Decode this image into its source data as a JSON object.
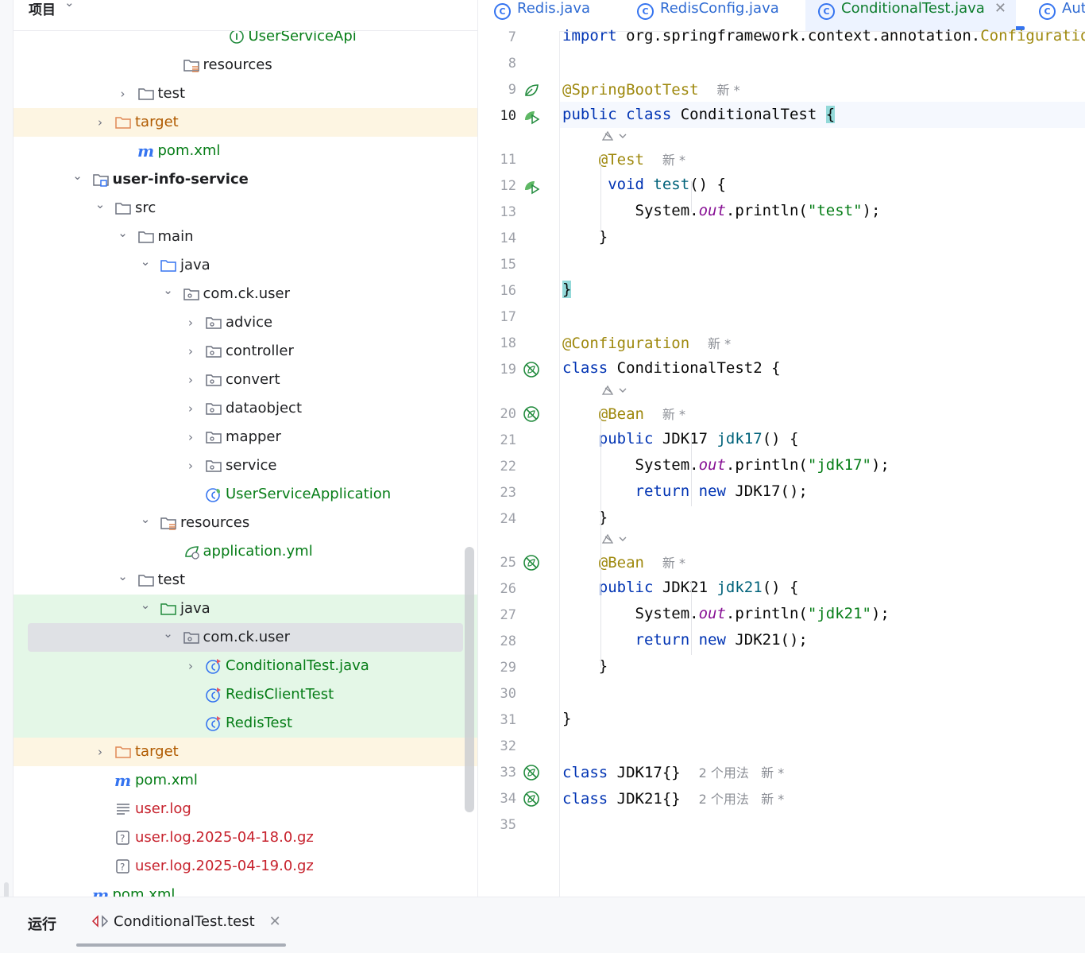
{
  "project_panel": {
    "title": "项目",
    "tree": [
      {
        "label": "UserServiceApi",
        "icon": "interface-icon",
        "color": "#067d17"
      },
      {
        "label": "resources",
        "icon": "resources-folder-icon"
      },
      {
        "label": "test",
        "icon": "folder-icon",
        "expandable": true
      },
      {
        "label": "target",
        "icon": "excluded-folder-icon",
        "color": "#b05a00",
        "expandable": true
      },
      {
        "label": "pom.xml",
        "icon": "maven-icon",
        "color": "#067d17"
      },
      {
        "label": "user-info-service",
        "icon": "module-icon",
        "bold": true,
        "expanded": true
      },
      {
        "label": "src",
        "icon": "folder-icon",
        "expanded": true
      },
      {
        "label": "main",
        "icon": "folder-icon",
        "expanded": true
      },
      {
        "label": "java",
        "icon": "source-folder-icon",
        "expanded": true
      },
      {
        "label": "com.ck.user",
        "icon": "package-icon",
        "expanded": true
      },
      {
        "label": "advice",
        "icon": "package-icon",
        "expandable": true
      },
      {
        "label": "controller",
        "icon": "package-icon",
        "expandable": true
      },
      {
        "label": "convert",
        "icon": "package-icon",
        "expandable": true
      },
      {
        "label": "dataobject",
        "icon": "package-icon",
        "expandable": true
      },
      {
        "label": "mapper",
        "icon": "package-icon",
        "expandable": true
      },
      {
        "label": "service",
        "icon": "package-icon",
        "expandable": true
      },
      {
        "label": "UserServiceApplication",
        "icon": "spring-class-icon",
        "color": "#067d17"
      },
      {
        "label": "resources",
        "icon": "resources-folder-icon",
        "expanded": true
      },
      {
        "label": "application.yml",
        "icon": "spring-config-icon",
        "color": "#067d17"
      },
      {
        "label": "test",
        "icon": "folder-icon",
        "expanded": true
      },
      {
        "label": "java",
        "icon": "test-folder-icon",
        "expanded": true
      },
      {
        "label": "com.ck.user",
        "icon": "package-icon",
        "expanded": true,
        "selected": true
      },
      {
        "label": "ConditionalTest.java",
        "icon": "test-class-icon",
        "color": "#067d17",
        "expandable": true
      },
      {
        "label": "RedisClientTest",
        "icon": "test-class-icon",
        "color": "#067d17"
      },
      {
        "label": "RedisTest",
        "icon": "test-class-icon",
        "color": "#067d17"
      },
      {
        "label": "target",
        "icon": "excluded-folder-icon",
        "color": "#b05a00",
        "expandable": true
      },
      {
        "label": "pom.xml",
        "icon": "maven-icon",
        "color": "#067d17"
      },
      {
        "label": "user.log",
        "icon": "text-file-icon",
        "color": "#c7222d"
      },
      {
        "label": "user.log.2025-04-18.0.gz",
        "icon": "unknown-file-icon",
        "color": "#c7222d"
      },
      {
        "label": "user.log.2025-04-19.0.gz",
        "icon": "unknown-file-icon",
        "color": "#c7222d"
      },
      {
        "label": "pom.xml",
        "icon": "maven-icon",
        "color": "#067d17"
      }
    ]
  },
  "editor_tabs": [
    {
      "label": "Redis.java",
      "icon": "class-icon"
    },
    {
      "label": "RedisConfig.java",
      "icon": "class-icon"
    },
    {
      "label": "ConditionalTest.java",
      "icon": "test-class-icon",
      "active": true,
      "close": "✕"
    },
    {
      "label": "Aut",
      "icon": "class-icon"
    }
  ],
  "code_lines": [
    {
      "n": "7",
      "html": "<span class=\"kw\">import</span> org.springframework.context.annotation.<span class=\"an\">Configuration</span>;"
    },
    {
      "n": "8",
      "html": ""
    },
    {
      "n": "9",
      "gutter": "spring-bean-icon",
      "html": "<span class=\"an\">@SpringBootTest</span>  <span class=\"hint\">新 *</span>"
    },
    {
      "n": "10",
      "gutter": "run-test-icon",
      "html": "<span class=\"kw\">public class</span> ConditionalTest <span class=\"brace-hl\">{</span>"
    },
    {
      "n": "11",
      "html": "    <span class=\"an\">@Test</span>  <span class=\"hint\">新 *</span>"
    },
    {
      "n": "12",
      "gutter": "run-test-icon",
      "html": "     <span class=\"kw\">void</span> <span class=\"fn\">test</span>() {"
    },
    {
      "n": "13",
      "html": "        System.<span class=\"fld\">out</span>.println(<span class=\"st\">\"test\"</span>);"
    },
    {
      "n": "14",
      "html": "    }"
    },
    {
      "n": "15",
      "html": ""
    },
    {
      "n": "16",
      "html": "<span class=\"brace-hl\">}</span>"
    },
    {
      "n": "17",
      "html": ""
    },
    {
      "n": "18",
      "html": "<span class=\"an\">@Configuration</span>  <span class=\"hint\">新 *</span>"
    },
    {
      "n": "19",
      "gutter": "spring-disabled-icon",
      "html": "<span class=\"kw\">class</span> ConditionalTest2 {"
    },
    {
      "n": "20",
      "gutter": "spring-disabled-icon",
      "html": "    <span class=\"an\">@Bean</span>  <span class=\"hint\">新 *</span>"
    },
    {
      "n": "21",
      "html": "    <span class=\"kw\">public</span> JDK17 <span class=\"fn\">jdk17</span>() {"
    },
    {
      "n": "22",
      "html": "        System.<span class=\"fld\">out</span>.println(<span class=\"st\">\"jdk17\"</span>);"
    },
    {
      "n": "23",
      "html": "        <span class=\"kw\">return new</span> JDK17();"
    },
    {
      "n": "24",
      "html": "    }"
    },
    {
      "n": "25",
      "gutter": "spring-disabled-icon",
      "html": "    <span class=\"an\">@Bean</span>  <span class=\"hint\">新 *</span>"
    },
    {
      "n": "26",
      "html": "    <span class=\"kw\">public</span> JDK21 <span class=\"fn\">jdk21</span>() {"
    },
    {
      "n": "27",
      "html": "        System.<span class=\"fld\">out</span>.println(<span class=\"st\">\"jdk21\"</span>);"
    },
    {
      "n": "28",
      "html": "        <span class=\"kw\">return new</span> JDK21();"
    },
    {
      "n": "29",
      "html": "    }"
    },
    {
      "n": "30",
      "html": ""
    },
    {
      "n": "31",
      "html": "}"
    },
    {
      "n": "32",
      "html": ""
    },
    {
      "n": "33",
      "gutter": "spring-disabled-icon",
      "html": "<span class=\"kw\">class</span> JDK17{}  <span class=\"hint\">2 个用法   新 *</span>"
    },
    {
      "n": "34",
      "gutter": "spring-disabled-icon",
      "html": "<span class=\"kw\">class</span> JDK21{}  <span class=\"hint\">2 个用法   新 *</span>"
    },
    {
      "n": "35",
      "html": ""
    }
  ],
  "bottom_bar": {
    "run_label": "运行",
    "run_tab": "ConditionalTest.test",
    "close": "✕"
  }
}
